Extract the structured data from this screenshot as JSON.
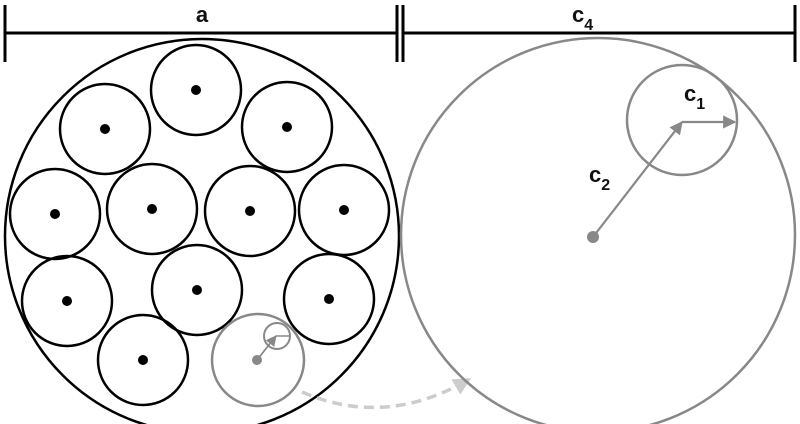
{
  "labels": {
    "a": "a",
    "c4": {
      "base": "c",
      "sub": "4"
    },
    "c1": {
      "base": "c",
      "sub": "1"
    },
    "c2": {
      "base": "c",
      "sub": "2"
    }
  },
  "colors": {
    "stroke_dark": "#000000",
    "stroke_gray": "#888888",
    "arrow_dashed": "#cccccc",
    "dot": "#000000",
    "dot_gray": "#888888",
    "background": "#ffffff"
  }
}
